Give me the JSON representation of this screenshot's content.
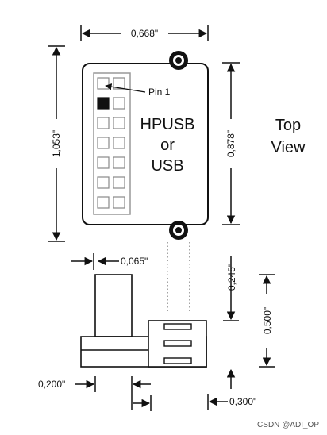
{
  "top_view": {
    "label_line1": "Top",
    "label_line2": "View",
    "width_dim": "0,668\"",
    "height_dim": "1,053\"",
    "pin_span_dim": "0,878\"",
    "pin1_label": "Pin 1",
    "connector_line1": "HPUSB",
    "connector_line2": "or",
    "connector_line3": "USB"
  },
  "side_view": {
    "pin_width_dim": "0,065\"",
    "pin_height_dim": "0,245\"",
    "total_height_dim": "0,500\"",
    "left_offset_dim": "0,200\"",
    "right_offset_dim": "0,300\""
  },
  "watermark": "CSDN @ADI_OP"
}
